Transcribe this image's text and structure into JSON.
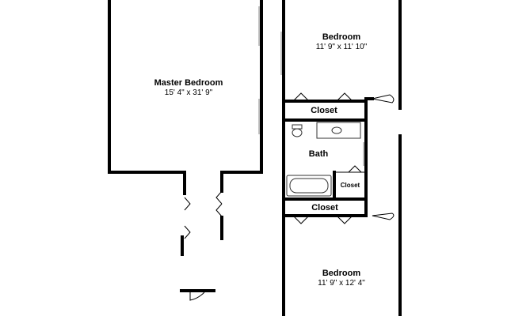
{
  "rooms": {
    "master_bedroom": {
      "name": "Master Bedroom",
      "dimensions": "15' 4\" x 31' 9\""
    },
    "bedroom_top": {
      "name": "Bedroom",
      "dimensions": "11' 9\" x 11' 10\""
    },
    "bedroom_bottom": {
      "name": "Bedroom",
      "dimensions": "11' 9\" x 12' 4\""
    },
    "closet_top": {
      "name": "Closet"
    },
    "closet_middle": {
      "name": "Closet"
    },
    "closet_small": {
      "name": "Closet"
    },
    "bath": {
      "name": "Bath"
    }
  }
}
